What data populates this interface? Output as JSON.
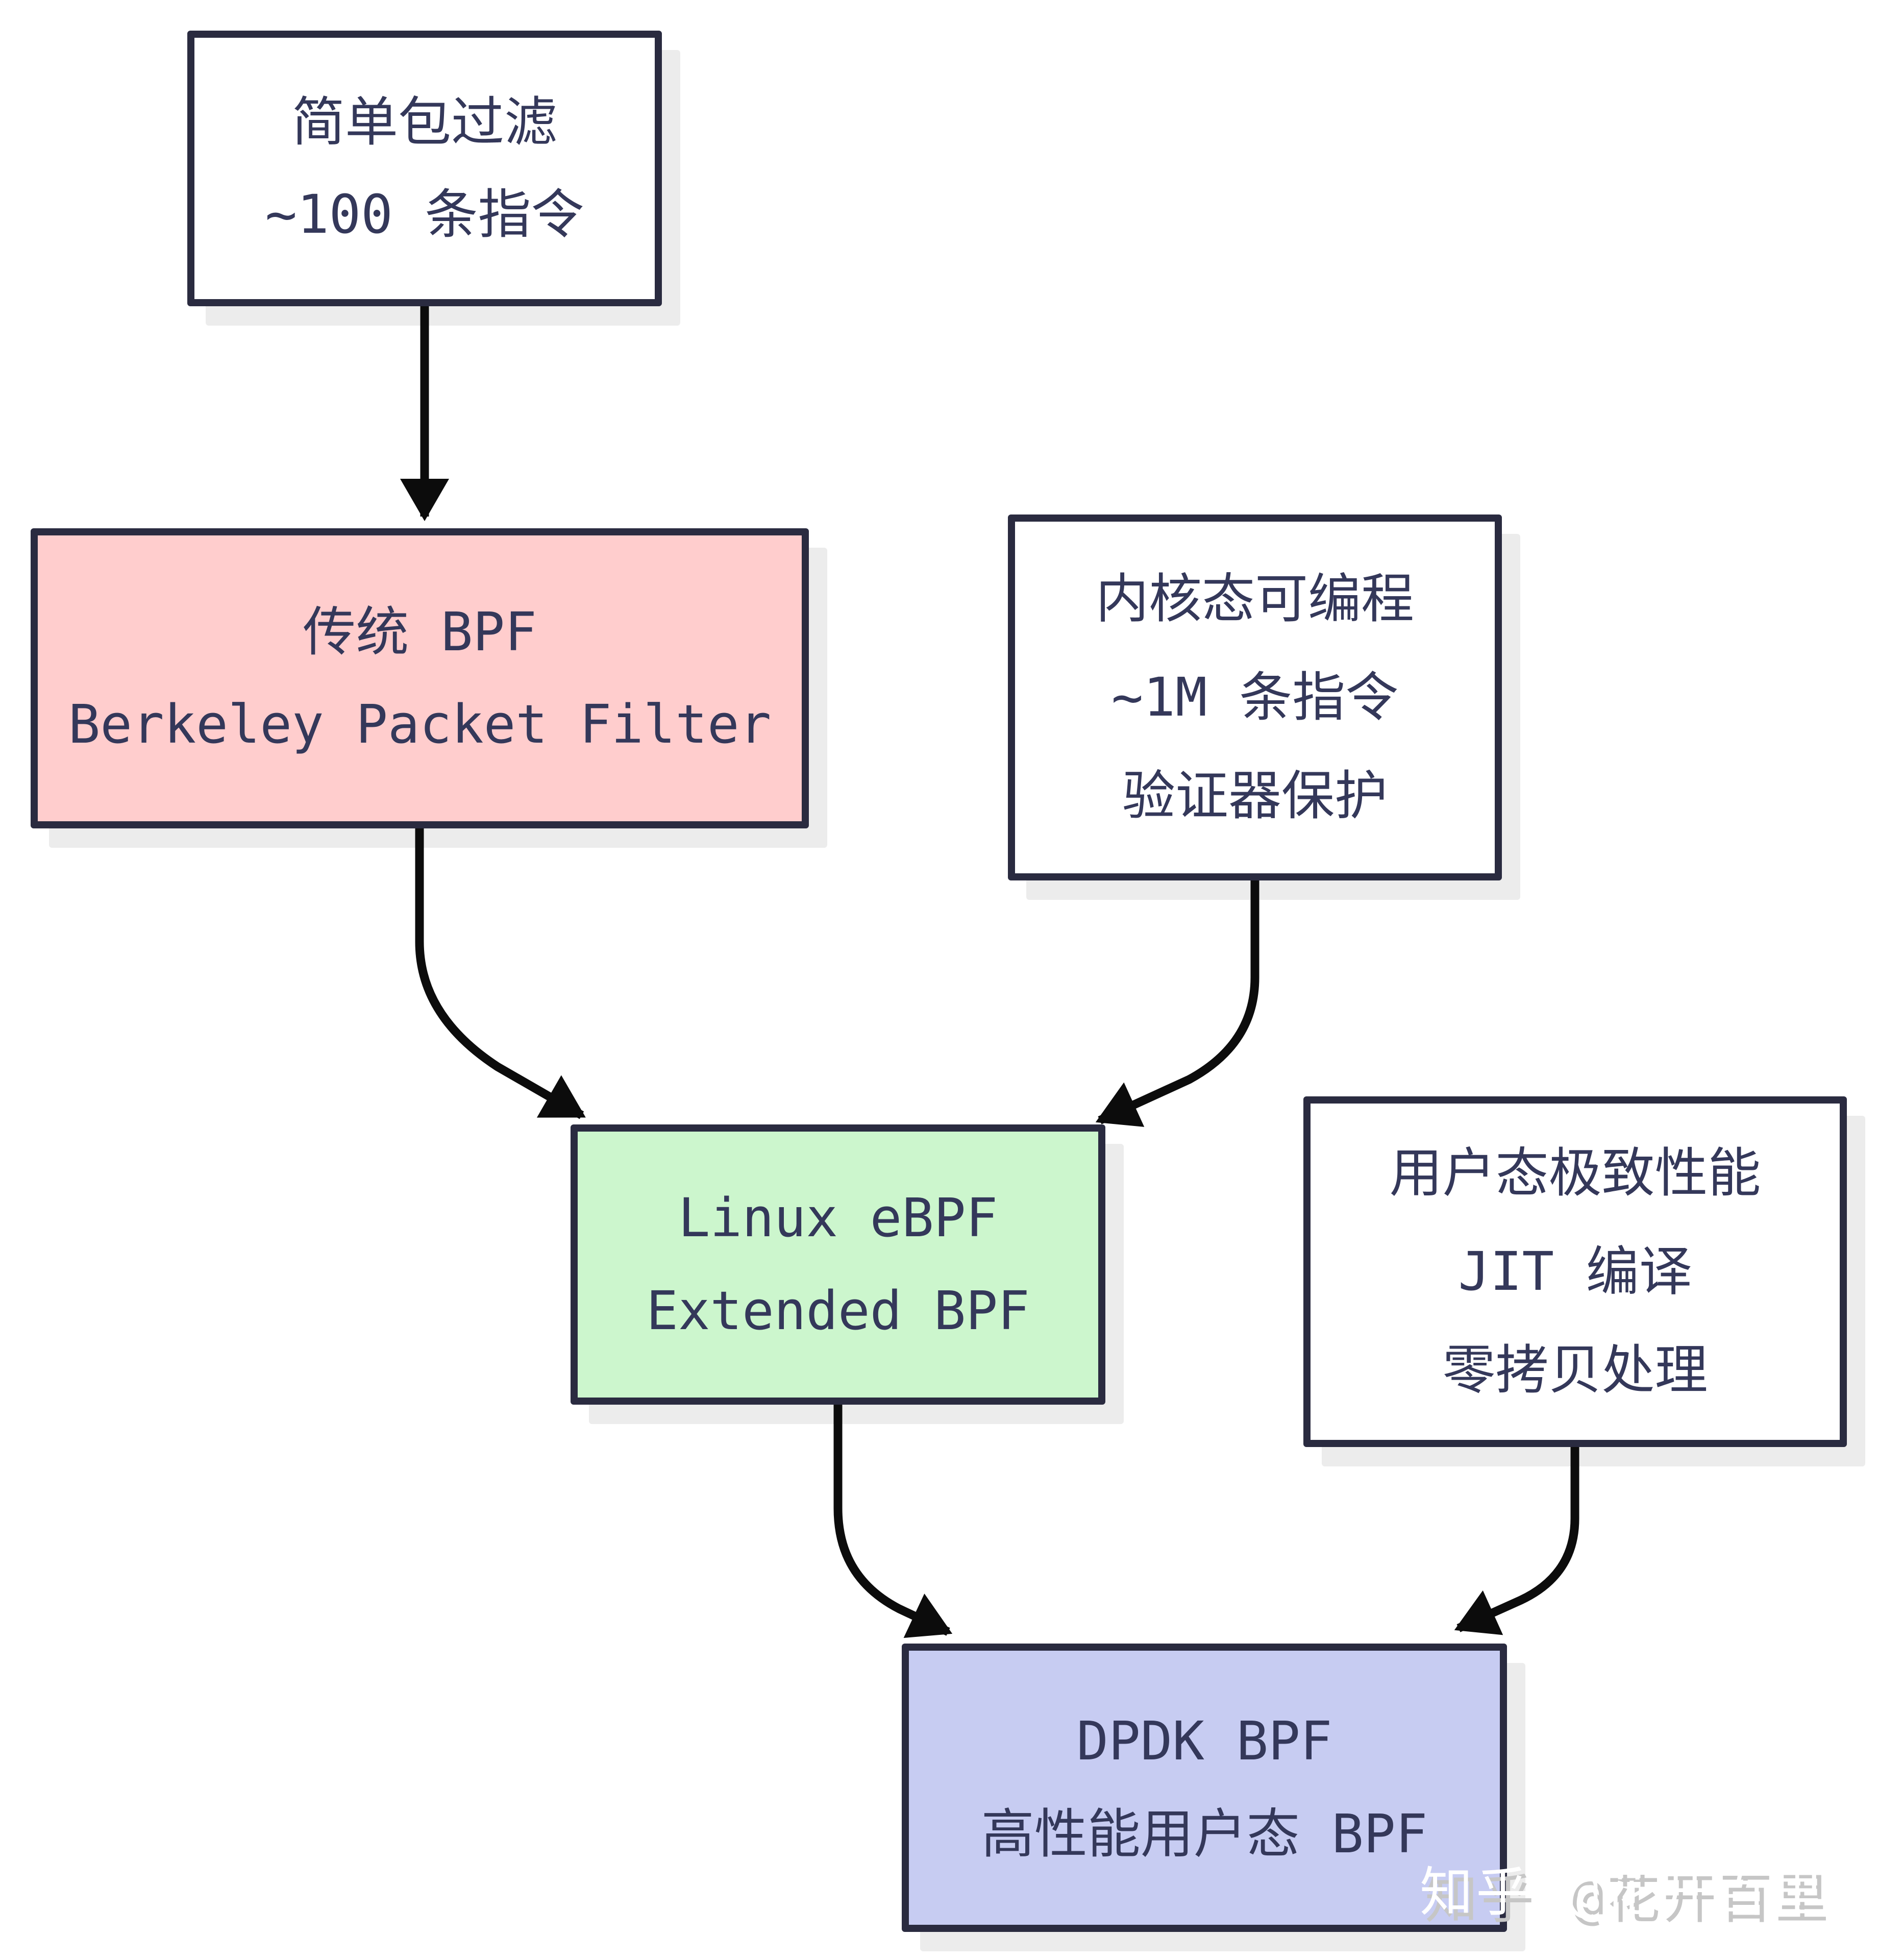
{
  "diagram": {
    "title_hint": "BPF evolution flowchart",
    "boxes": [
      {
        "id": "simple-filter",
        "lines": [
          "简单包过滤",
          "~100 条指令"
        ],
        "fill": "#ffffff"
      },
      {
        "id": "classic-bpf",
        "lines": [
          "传统 BPF",
          "Berkeley Packet Filter"
        ],
        "fill": "#ffcdcd"
      },
      {
        "id": "kernel-programmable",
        "lines": [
          "内核态可编程",
          "~1M 条指令",
          "验证器保护"
        ],
        "fill": "#ffffff"
      },
      {
        "id": "linux-ebpf",
        "lines": [
          "Linux eBPF",
          "Extended BPF"
        ],
        "fill": "#ccf6cd"
      },
      {
        "id": "userspace-performance",
        "lines": [
          "用户态极致性能",
          "JIT 编译",
          "零拷贝处理"
        ],
        "fill": "#ffffff"
      },
      {
        "id": "dpdk-bpf",
        "lines": [
          "DPDK BPF",
          "高性能用户态 BPF"
        ],
        "fill": "#c7ccf2"
      }
    ],
    "arrows": [
      {
        "from": "simple-filter",
        "to": "classic-bpf"
      },
      {
        "from": "classic-bpf",
        "to": "linux-ebpf"
      },
      {
        "from": "kernel-programmable",
        "to": "linux-ebpf"
      },
      {
        "from": "linux-ebpf",
        "to": "dpdk-bpf"
      },
      {
        "from": "userspace-performance",
        "to": "dpdk-bpf"
      }
    ],
    "colors": {
      "background": "#ffffff",
      "border": "#2a2b40",
      "text": "#34385a",
      "arrow": "#0c0c0c",
      "shadow": "#ececec",
      "pink": "#ffcdcd",
      "green": "#ccf6cd",
      "purple": "#c7ccf2",
      "watermark_fill": "#ffffff",
      "watermark_shadow": "#c6c6c6"
    },
    "watermark": {
      "text": "知乎 @花开百里"
    }
  }
}
